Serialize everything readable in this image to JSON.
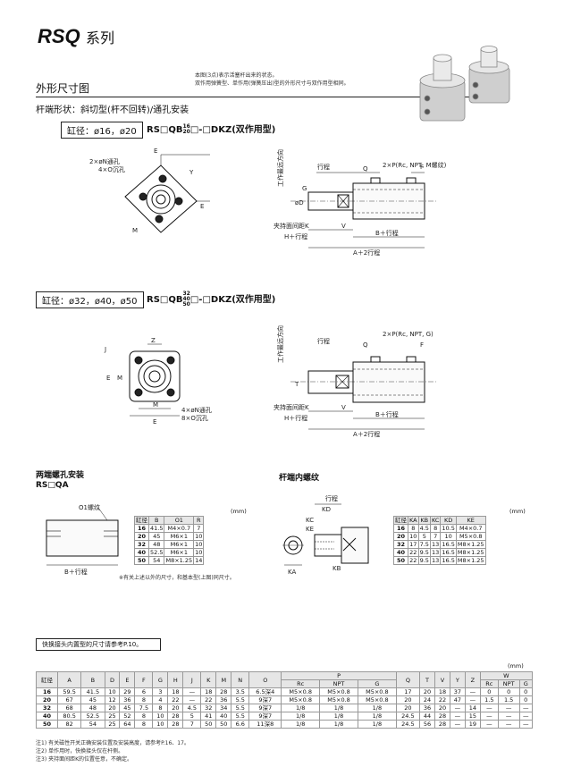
{
  "header": {
    "series": "RSQ",
    "series_suffix": "系列"
  },
  "section": {
    "title": "外形尺寸图",
    "note_line1": "本图(3点)表示活塞杆出来的状态。",
    "note_line2": "双作用弹簧型、单作用(弹簧压出)型的外形尺寸与双作用型相同。",
    "subtitle": "杆端形状：斜切型(杆不回转)/通孔安装"
  },
  "block1": {
    "bore_label": "缸径：ø16，ø20",
    "model_pre": "RS",
    "model_mid": "QB",
    "model_sup": "16",
    "model_sub": "20",
    "model_post": "-",
    "model_end": "DKZ(双作用型)"
  },
  "block2": {
    "bore_label": "缸径：ø32，ø40，ø50",
    "model_pre": "RS",
    "model_mid": "QB",
    "model_sup": "32",
    "model_mid2": "40",
    "model_sub": "50",
    "model_post": "-",
    "model_end": "DKZ(双作用型)"
  },
  "labels": {
    "nthrough": "2×øN通孔",
    "ocbore": "4×O沉孔",
    "nthrough4": "4×øN通孔",
    "ocbore8": "8×O沉孔",
    "stroke": "行程",
    "port1": "2×P(Rc, NPT, M螺纹)",
    "port2": "2×P(Rc, NPT, G)",
    "hexnote": "夹持面间距K",
    "bstroke": "B＋行程",
    "astroke": "A＋2行程",
    "hstroke": "H＋行程",
    "direction": "工作最远方向",
    "E": "E",
    "Y": "Y",
    "M": "M",
    "Z": "Z",
    "J": "J",
    "Q": "Q",
    "F": "F",
    "V": "V",
    "G": "G",
    "T": "T",
    "D": "øD"
  },
  "both": {
    "title": "两端螺孔安装",
    "model": "RS□QA",
    "o1": "O1螺纹",
    "bstroke": "B＋行程",
    "unit": "(mm)",
    "headers": [
      "缸径",
      "B",
      "O1",
      "R"
    ],
    "rows": [
      [
        "16",
        "41.5",
        "M4×0.7",
        "7"
      ],
      [
        "20",
        "45",
        "M6×1",
        "10"
      ],
      [
        "32",
        "48",
        "M6×1",
        "10"
      ],
      [
        "40",
        "52.5",
        "M6×1",
        "10"
      ],
      [
        "50",
        "54",
        "M8×1.25",
        "14"
      ]
    ],
    "note": "※有关上述以外的尺寸，和基本型(上图)同尺寸。"
  },
  "rodend": {
    "title": "杆端内螺纹",
    "stroke": "行程",
    "unit": "(mm)",
    "headers": [
      "缸径",
      "KA",
      "KB",
      "KC",
      "KD",
      "KE"
    ],
    "rows": [
      [
        "16",
        "8",
        "4.5",
        "8",
        "10.5",
        "M4×0.7"
      ],
      [
        "20",
        "10",
        "5",
        "7",
        "10",
        "M5×0.8"
      ],
      [
        "32",
        "17",
        "7.5",
        "13",
        "16.5",
        "M8×1.25"
      ],
      [
        "40",
        "22",
        "9.5",
        "13",
        "16.5",
        "M8×1.25"
      ],
      [
        "50",
        "22",
        "9.5",
        "13",
        "16.5",
        "M8×1.25"
      ]
    ]
  },
  "ref": "快换接头内置型的尺寸请参考P.10。",
  "main": {
    "unit": "(mm)",
    "headers": [
      "缸径",
      "A",
      "B",
      "D",
      "E",
      "F",
      "G",
      "H",
      "J",
      "K",
      "M",
      "N",
      "O",
      "P",
      "Q",
      "T",
      "V",
      "Y",
      "Z",
      "W"
    ],
    "p_sub": [
      "Rc",
      "NPT",
      "G"
    ],
    "w_sub": [
      "Rc",
      "NPT",
      "G"
    ],
    "rows": [
      [
        "16",
        "59.5",
        "41.5",
        "10",
        "29",
        "6",
        "3",
        "18",
        "—",
        "18",
        "28",
        "3.5",
        "6.5深4",
        "M5×0.8",
        "M5×0.8",
        "M5×0.8",
        "17",
        "20",
        "18",
        "37",
        "—",
        "0",
        "0",
        "0"
      ],
      [
        "20",
        "67",
        "45",
        "12",
        "36",
        "8",
        "4",
        "22",
        "—",
        "22",
        "36",
        "5.5",
        "9深7",
        "M5×0.8",
        "M5×0.8",
        "M5×0.8",
        "20",
        "24",
        "22",
        "47",
        "—",
        "1.5",
        "1.5",
        "0"
      ],
      [
        "32",
        "68",
        "48",
        "20",
        "45",
        "7.5",
        "8",
        "20",
        "4.5",
        "32",
        "34",
        "5.5",
        "9深7",
        "1/8",
        "1/8",
        "1/8",
        "20",
        "36",
        "20",
        "—",
        "14",
        "—",
        "—",
        "—"
      ],
      [
        "40",
        "80.5",
        "52.5",
        "25",
        "52",
        "8",
        "10",
        "28",
        "5",
        "41",
        "40",
        "5.5",
        "9深7",
        "1/8",
        "1/8",
        "1/8",
        "24.5",
        "44",
        "28",
        "—",
        "15",
        "—",
        "—",
        "—"
      ],
      [
        "50",
        "82",
        "54",
        "25",
        "64",
        "8",
        "10",
        "28",
        "7",
        "50",
        "50",
        "6.6",
        "11深8",
        "1/8",
        "1/8",
        "1/8",
        "24.5",
        "56",
        "28",
        "—",
        "19",
        "—",
        "—",
        "—"
      ]
    ],
    "notes": [
      "注1) 有关磁性开关正确安装位置及安装高度，请参考P.16、17。",
      "注2) 单作用时，快换接头仅在杆侧。",
      "注3) 夹持面间距K的位置任意，不确定。"
    ]
  }
}
